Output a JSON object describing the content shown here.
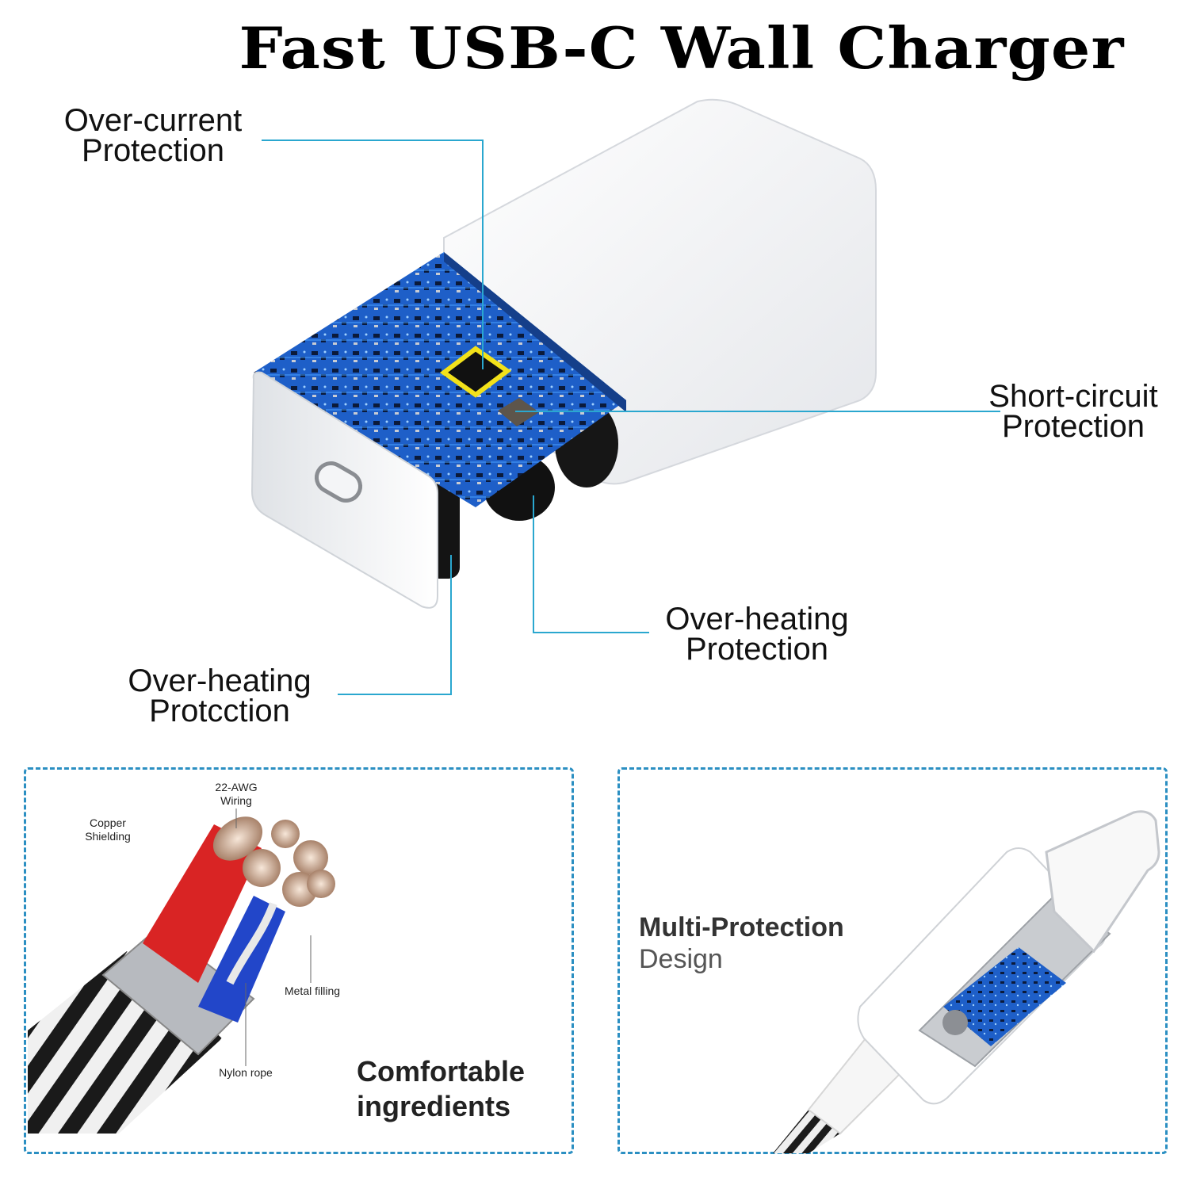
{
  "title": "Fast USB-C Wall Charger",
  "callouts": {
    "over_current": [
      "Over-current",
      "Protection"
    ],
    "short_circuit": [
      "Short-circuit",
      "Protection"
    ],
    "over_heating_right": [
      "Over-heating",
      "Protection"
    ],
    "over_heating_left": [
      "Over-heating",
      "Protcction"
    ]
  },
  "cable_panel": {
    "labels": {
      "wiring": [
        "22-AWG",
        "Wiring"
      ],
      "copper": [
        "Copper",
        "Shielding"
      ],
      "metal": "Metal filling",
      "nylon": "Nylon rope"
    },
    "caption": [
      "Comfortable",
      "ingredients"
    ]
  },
  "connector_panel": {
    "title_bold": "Multi-Protection",
    "title_light": "Design"
  },
  "colors": {
    "leader": "#2aa7cf",
    "panel_border": "#2b8fc2",
    "pcb_blue": "#1e5fc8"
  }
}
